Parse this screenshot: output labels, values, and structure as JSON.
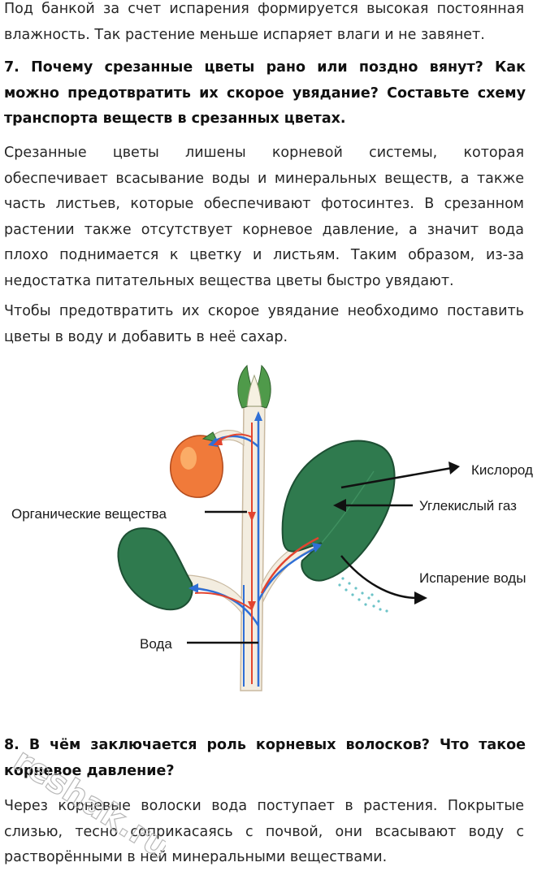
{
  "paragraphs": {
    "p1": "Под банкой за счет испарения формируется высокая постоянная влажность. Так растение меньше испаряет влаги и не завянет.",
    "p2": "Срезанные цветы лишены корневой системы, которая обеспечивает всасывание воды и минеральных веществ, а также часть листьев, которые обеспечивают фотосинтез. В срезанном растении также отсутствует корневое давление, а значит вода плохо поднимается к цветку и листьям. Таким образом, из-за недостатка питательных вещества цветы быстро увядают.",
    "p3": "Чтобы предотвратить их скорое увядание необходимо поставить цветы в воду и добавить в неё сахар.",
    "p4": "Через корневые волоски вода поступает в растения. Покрытые слизью, тесно соприкасаясь с почвой, они всасывают воду с растворёнными в ней минеральными веществами."
  },
  "headings": {
    "h7": "7. Почему срезанные цветы рано или поздно вянут? Как можно предотвратить их скорое увядание? Составьте схему транспорта веществ в срезанных цветах.",
    "h8": "8. В чём заключается роль корневых волосков? Что такое корневое давление?"
  },
  "diagram": {
    "labels": {
      "oxygen": "Кислород",
      "co2": "Углекислый газ",
      "organic": "Органические вещества",
      "evaporation": "Испарение воды",
      "water": "Вода"
    },
    "colors": {
      "leaf": "#2f7a4e",
      "leaf_edge": "#1d4f33",
      "stem": "#f3ede0",
      "water_arrow": "#2f6fd6",
      "organic_arrow": "#e2442f",
      "fruit": "#f07a3a"
    }
  },
  "watermark": {
    "text": "reshak.ru"
  }
}
